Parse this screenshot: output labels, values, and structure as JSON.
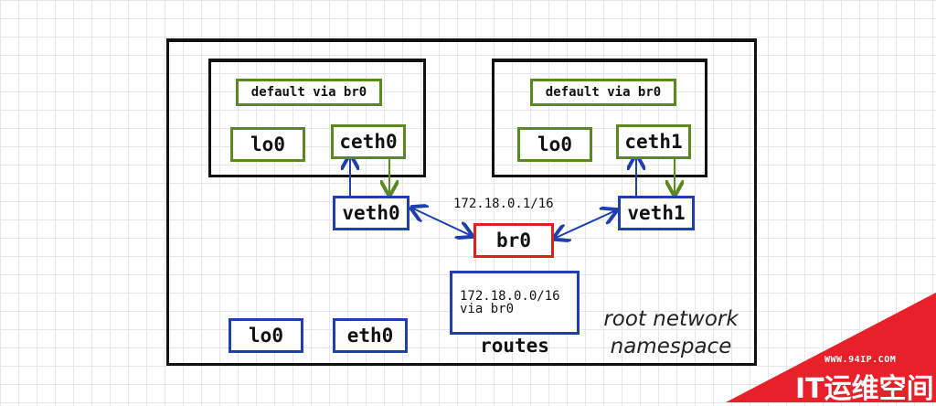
{
  "left_container": {
    "route": "default via br0",
    "lo": "lo0",
    "ceth": "ceth0",
    "veth": "veth0"
  },
  "right_container": {
    "route": "default via br0",
    "lo": "lo0",
    "ceth": "ceth1",
    "veth": "veth1"
  },
  "bridge": {
    "ip": "172.18.0.1/16",
    "name": "br0"
  },
  "routes": {
    "line1": "172.18.0.0/16",
    "line2": "via br0",
    "title": "routes"
  },
  "root_interfaces": {
    "lo": "lo0",
    "eth": "eth0"
  },
  "root_label": {
    "line1": "root network",
    "line2": "namespace"
  },
  "watermark": {
    "url": "WWW.94IP.COM",
    "logo": "IT运维空间"
  },
  "colors": {
    "container_green": "#5a8a1e",
    "interface_blue": "#1f3fb0",
    "bridge_red": "#e02020",
    "outline_black": "#111111",
    "watermark_red": "#e8202a"
  }
}
